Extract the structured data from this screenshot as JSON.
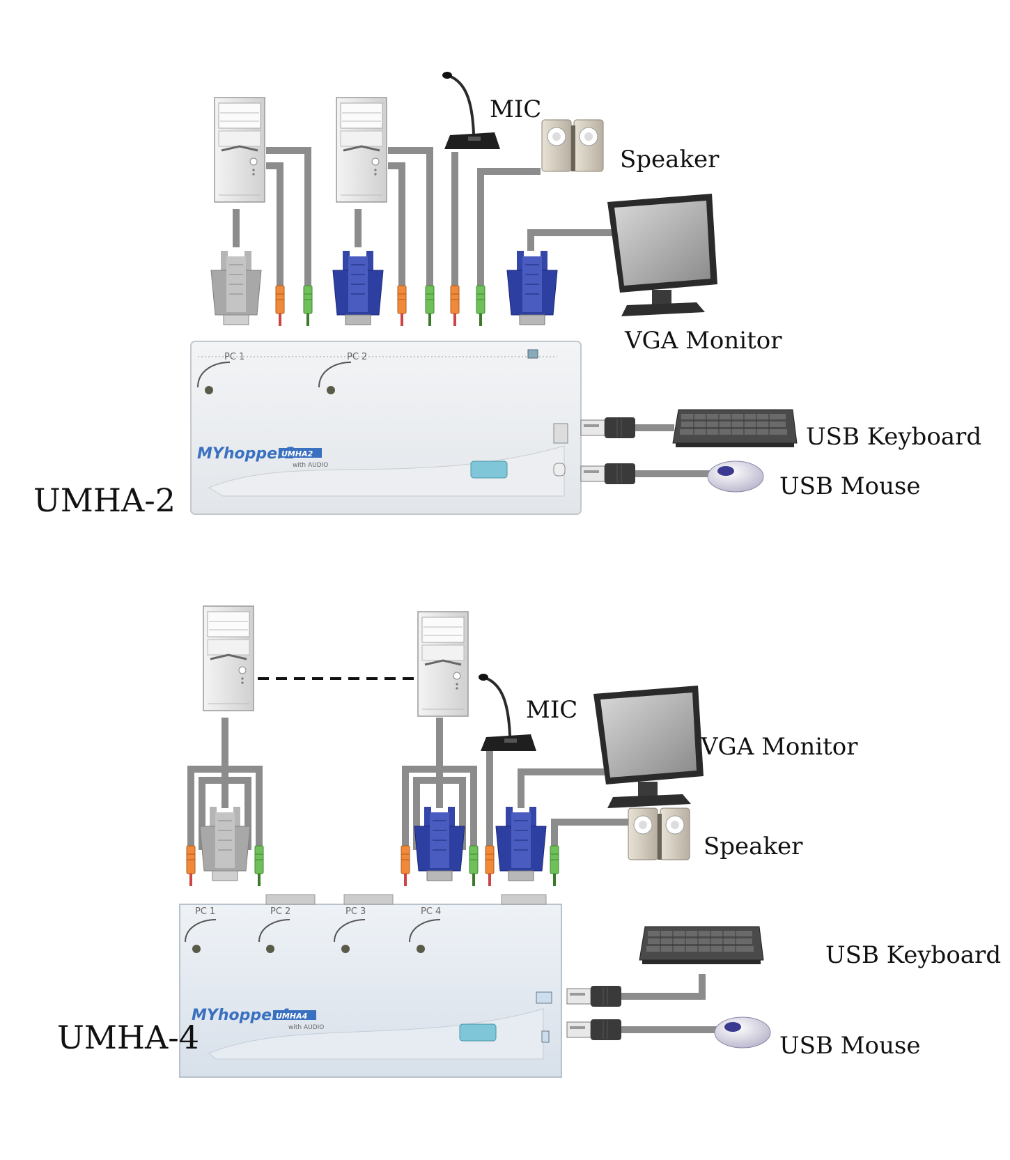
{
  "colors": {
    "cable": "#8c8c8c",
    "vga_blue": "#2d3fa0",
    "vga_gray": "#a8a8a8",
    "kvm_body_top": "#ecedf1",
    "kvm_body_bottom": "#dfe5ec",
    "button": "#7fc6d8",
    "jack_orange": "#f08a3a",
    "jack_green": "#6fbf5a",
    "brand_blue": "#3a70c0"
  },
  "top": {
    "model_label": "UMHA-2",
    "mic_label": "MIC",
    "speaker_label": "Speaker",
    "monitor_label": "VGA Monitor",
    "keyboard_label": "USB Keyboard",
    "mouse_label": "USB Mouse",
    "port_labels": [
      "PC 1",
      "PC 2"
    ],
    "brand_main": "MYhopper2",
    "brand_model": "UMHA2",
    "brand_sub": "with AUDIO"
  },
  "bottom": {
    "model_label": "UMHA-4",
    "mic_label": "MIC",
    "speaker_label": "Speaker",
    "monitor_label": "VGA Monitor",
    "keyboard_label": "USB Keyboard",
    "mouse_label": "USB Mouse",
    "port_labels": [
      "PC 1",
      "PC 2",
      "PC 3",
      "PC 4"
    ],
    "brand_main": "MYhopper4",
    "brand_model": "UMHA4",
    "brand_sub": "with AUDIO"
  }
}
